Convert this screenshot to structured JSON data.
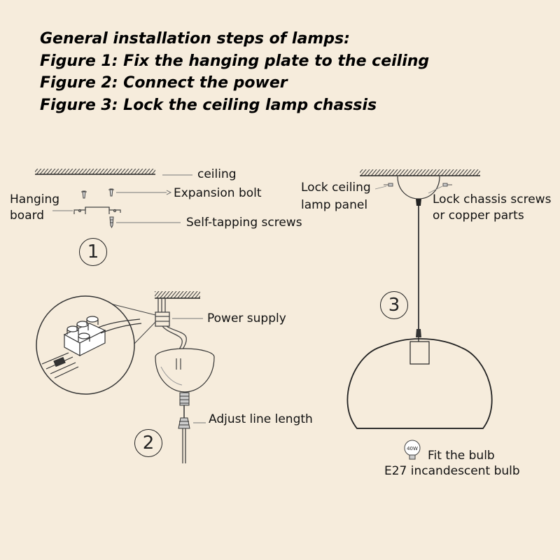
{
  "title": {
    "line1": "General installation steps of lamps:",
    "line2": "Figure 1: Fix the hanging plate to the ceiling",
    "line3": "Figure 2: Connect the power",
    "line4": "Figure 3: Lock the ceiling lamp chassis"
  },
  "figure1": {
    "step": "1",
    "ceiling": "ceiling",
    "expansion_bolt": "Expansion bolt",
    "hanging_board_1": "Hanging",
    "hanging_board_2": "board",
    "self_tapping": "Self-tapping screws"
  },
  "figure2": {
    "step": "2",
    "power_supply": "Power supply",
    "adjust_line": "Adjust line length"
  },
  "figure3": {
    "step": "3",
    "lock_panel_1": "Lock ceiling",
    "lock_panel_2": "lamp panel",
    "lock_chassis_1": "Lock chassis screws",
    "lock_chassis_2": "or copper parts",
    "bulb_wattage": "40W",
    "fit_bulb": "Fit the bulb",
    "bulb_type": "E27 incandescent bulb"
  }
}
